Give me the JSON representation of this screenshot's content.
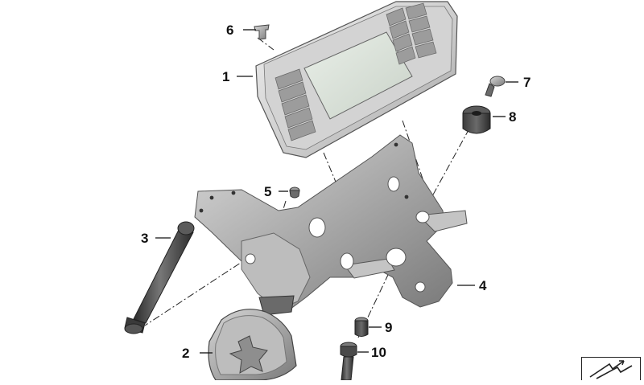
{
  "parts": [
    {
      "id": "display-unit",
      "number": "1"
    },
    {
      "id": "rotary-knob-housing",
      "number": "2"
    },
    {
      "id": "support-rod",
      "number": "3"
    },
    {
      "id": "mounting-bracket",
      "number": "4"
    },
    {
      "id": "grommet-small",
      "number": "5"
    },
    {
      "id": "clip",
      "number": "6"
    },
    {
      "id": "screw-top",
      "number": "7"
    },
    {
      "id": "rubber-bushing",
      "number": "8"
    },
    {
      "id": "sleeve",
      "number": "9"
    },
    {
      "id": "bolt",
      "number": "10"
    }
  ]
}
